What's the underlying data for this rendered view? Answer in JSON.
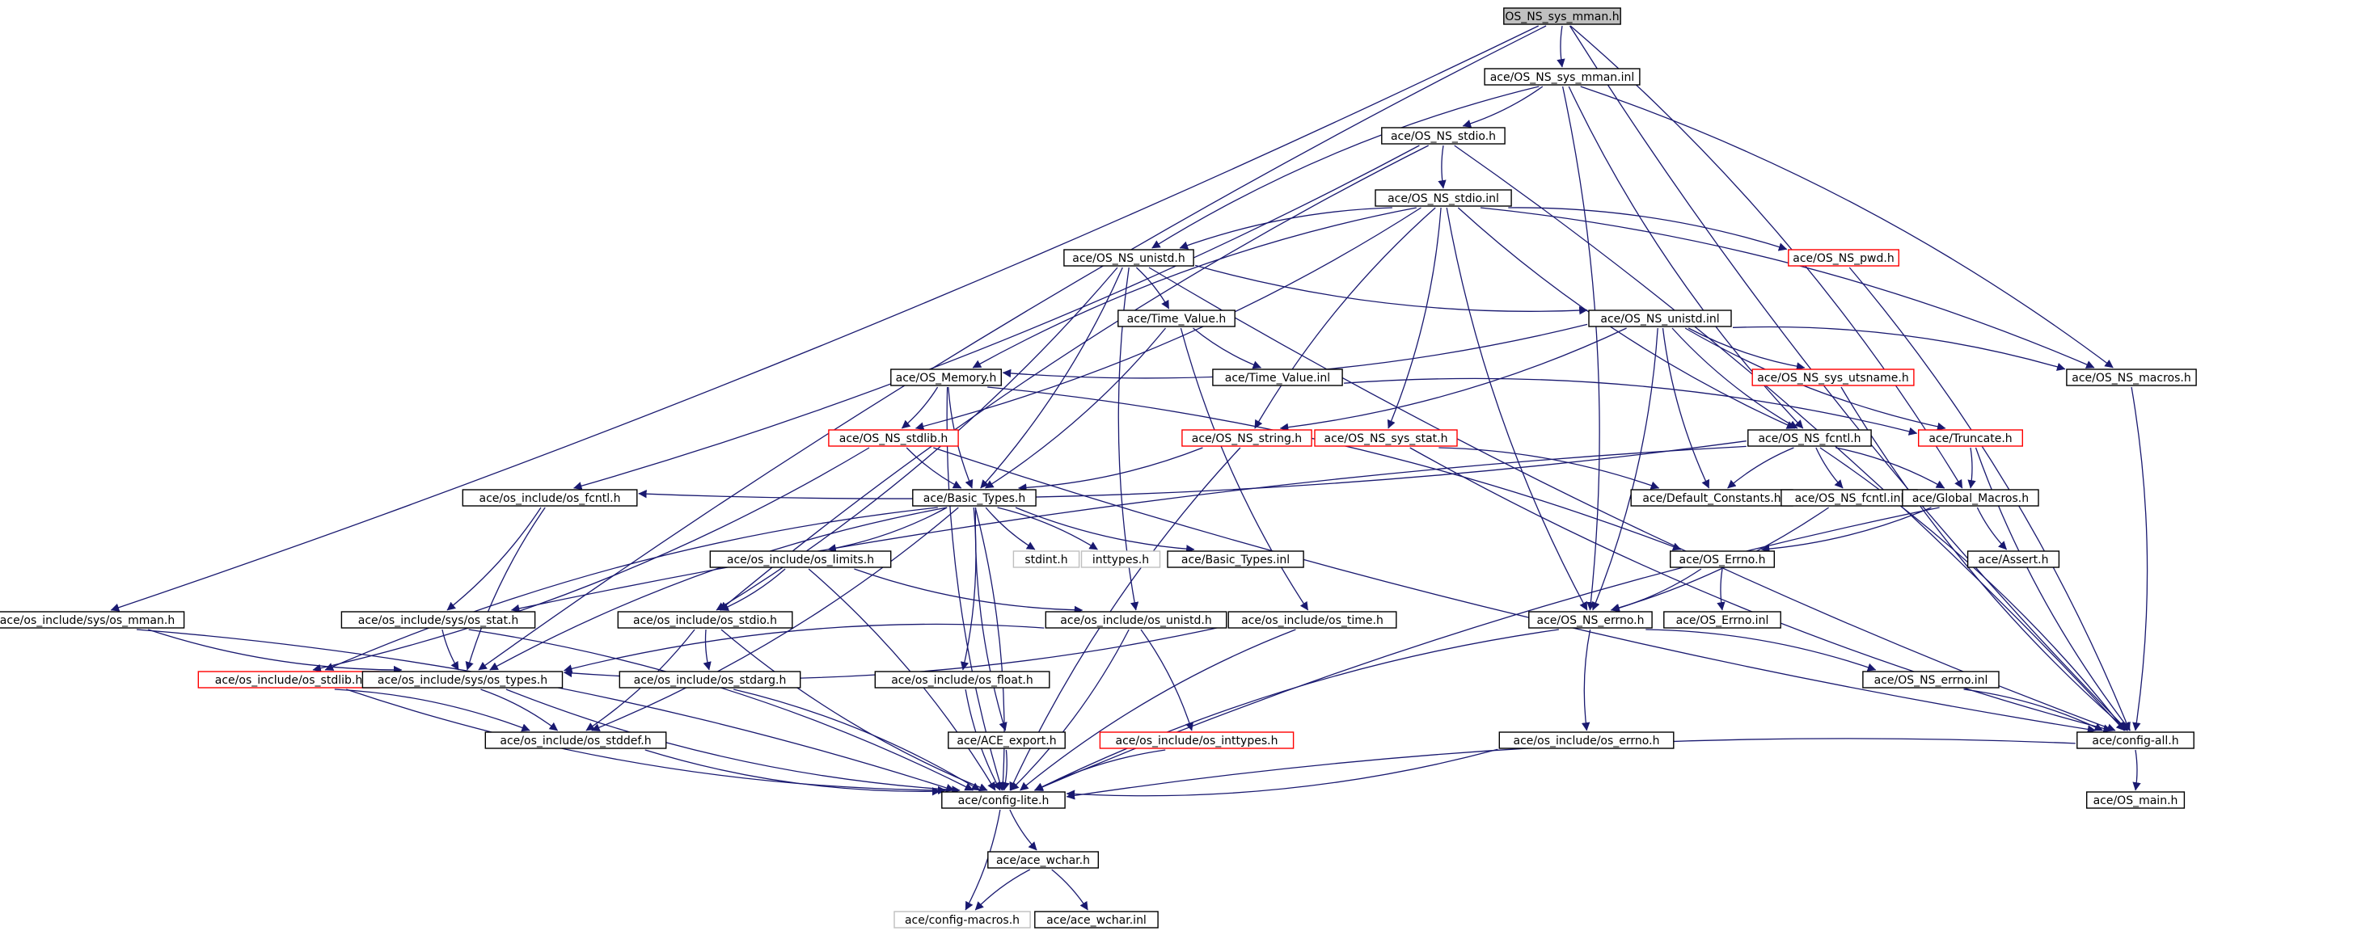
{
  "diagram": {
    "colors": {
      "edge": "#191970",
      "root_fill": "#c0c0c0",
      "root_stroke": "#000000",
      "normal_stroke": "#000000",
      "missing_stroke": "#ff0000",
      "external_stroke": "#bfbfbf",
      "node_fill": "#ffffff"
    },
    "nodes": {
      "root": {
        "label": "OS_NS_sys_mman.h",
        "kind": "root"
      },
      "mman_inl": {
        "label": "ace/OS_NS_sys_mman.inl",
        "kind": "normal"
      },
      "stdio_h": {
        "label": "ace/OS_NS_stdio.h",
        "kind": "normal"
      },
      "stdio_inl": {
        "label": "ace/OS_NS_stdio.inl",
        "kind": "normal"
      },
      "unistd_h": {
        "label": "ace/OS_NS_unistd.h",
        "kind": "normal"
      },
      "pwd_h": {
        "label": "ace/OS_NS_pwd.h",
        "kind": "missing"
      },
      "timeval_h": {
        "label": "ace/Time_Value.h",
        "kind": "normal"
      },
      "unistd_inl": {
        "label": "ace/OS_NS_unistd.inl",
        "kind": "normal"
      },
      "memory_h": {
        "label": "ace/OS_Memory.h",
        "kind": "normal"
      },
      "timeval_inl": {
        "label": "ace/Time_Value.inl",
        "kind": "normal"
      },
      "utsname_h": {
        "label": "ace/OS_NS_sys_utsname.h",
        "kind": "missing"
      },
      "macros_h": {
        "label": "ace/OS_NS_macros.h",
        "kind": "normal"
      },
      "stdlib_h": {
        "label": "ace/OS_NS_stdlib.h",
        "kind": "missing"
      },
      "string_h": {
        "label": "ace/OS_NS_string.h",
        "kind": "missing"
      },
      "sysstat_h": {
        "label": "ace/OS_NS_sys_stat.h",
        "kind": "missing"
      },
      "fcntl_h": {
        "label": "ace/OS_NS_fcntl.h",
        "kind": "normal"
      },
      "truncate_h": {
        "label": "ace/Truncate.h",
        "kind": "missing"
      },
      "osi_fcntl_h": {
        "label": "ace/os_include/os_fcntl.h",
        "kind": "normal"
      },
      "basic_types_h": {
        "label": "ace/Basic_Types.h",
        "kind": "normal"
      },
      "default_const_h": {
        "label": "ace/Default_Constants.h",
        "kind": "normal"
      },
      "fcntl_inl": {
        "label": "ace/OS_NS_fcntl.inl",
        "kind": "normal"
      },
      "global_macros_h": {
        "label": "ace/Global_Macros.h",
        "kind": "normal"
      },
      "osi_limits_h": {
        "label": "ace/os_include/os_limits.h",
        "kind": "normal"
      },
      "stdint_h": {
        "label": "stdint.h",
        "kind": "external"
      },
      "inttypes_h": {
        "label": "inttypes.h",
        "kind": "external"
      },
      "basic_types_inl": {
        "label": "ace/Basic_Types.inl",
        "kind": "normal"
      },
      "os_errno_h": {
        "label": "ace/OS_Errno.h",
        "kind": "normal"
      },
      "assert_h": {
        "label": "ace/Assert.h",
        "kind": "normal"
      },
      "osi_sys_mman_h": {
        "label": "ace/os_include/sys/os_mman.h",
        "kind": "normal"
      },
      "osi_sys_stat_h": {
        "label": "ace/os_include/sys/os_stat.h",
        "kind": "normal"
      },
      "osi_stdio_h": {
        "label": "ace/os_include/os_stdio.h",
        "kind": "normal"
      },
      "osi_unistd_h": {
        "label": "ace/os_include/os_unistd.h",
        "kind": "normal"
      },
      "osi_time_h": {
        "label": "ace/os_include/os_time.h",
        "kind": "normal"
      },
      "ns_errno_h": {
        "label": "ace/OS_NS_errno.h",
        "kind": "normal"
      },
      "os_errno_inl": {
        "label": "ace/OS_Errno.inl",
        "kind": "normal"
      },
      "osi_stdlib_h": {
        "label": "ace/os_include/os_stdlib.h",
        "kind": "missing"
      },
      "osi_sys_types_h": {
        "label": "ace/os_include/sys/os_types.h",
        "kind": "normal"
      },
      "osi_stdarg_h": {
        "label": "ace/os_include/os_stdarg.h",
        "kind": "normal"
      },
      "osi_float_h": {
        "label": "ace/os_include/os_float.h",
        "kind": "normal"
      },
      "ns_errno_inl": {
        "label": "ace/OS_NS_errno.inl",
        "kind": "normal"
      },
      "osi_stddef_h": {
        "label": "ace/os_include/os_stddef.h",
        "kind": "normal"
      },
      "ace_export_h": {
        "label": "ace/ACE_export.h",
        "kind": "normal"
      },
      "osi_inttypes_h": {
        "label": "ace/os_include/os_inttypes.h",
        "kind": "missing"
      },
      "osi_errno_h": {
        "label": "ace/os_include/os_errno.h",
        "kind": "normal"
      },
      "config_all_h": {
        "label": "ace/config-all.h",
        "kind": "normal"
      },
      "config_lite_h": {
        "label": "ace/config-lite.h",
        "kind": "normal"
      },
      "os_main_h": {
        "label": "ace/OS_main.h",
        "kind": "normal"
      },
      "ace_wchar_h": {
        "label": "ace/ace_wchar.h",
        "kind": "normal"
      },
      "config_macros_h": {
        "label": "ace/config-macros.h",
        "kind": "external"
      },
      "ace_wchar_inl": {
        "label": "ace/ace_wchar.inl",
        "kind": "normal"
      }
    },
    "edges": [
      [
        "root",
        "mman_inl"
      ],
      [
        "root",
        "osi_sys_mman_h"
      ],
      [
        "root",
        "osi_sys_types_h"
      ],
      [
        "root",
        "global_macros_h"
      ],
      [
        "root",
        "config_all_h"
      ],
      [
        "mman_inl",
        "stdio_h"
      ],
      [
        "mman_inl",
        "unistd_h"
      ],
      [
        "mman_inl",
        "ns_errno_h"
      ],
      [
        "mman_inl",
        "fcntl_h"
      ],
      [
        "mman_inl",
        "macros_h"
      ],
      [
        "stdio_h",
        "stdio_inl"
      ],
      [
        "stdio_h",
        "osi_fcntl_h"
      ],
      [
        "stdio_h",
        "osi_stdio_h"
      ],
      [
        "stdio_h",
        "config_all_h"
      ],
      [
        "stdio_inl",
        "unistd_h"
      ],
      [
        "stdio_inl",
        "pwd_h"
      ],
      [
        "stdio_inl",
        "memory_h"
      ],
      [
        "stdio_inl",
        "stdlib_h"
      ],
      [
        "stdio_inl",
        "string_h"
      ],
      [
        "stdio_inl",
        "sysstat_h"
      ],
      [
        "stdio_inl",
        "fcntl_h"
      ],
      [
        "stdio_inl",
        "macros_h"
      ],
      [
        "stdio_inl",
        "ns_errno_h"
      ],
      [
        "unistd_h",
        "timeval_h"
      ],
      [
        "unistd_h",
        "unistd_inl"
      ],
      [
        "unistd_h",
        "basic_types_h"
      ],
      [
        "unistd_h",
        "osi_unistd_h"
      ],
      [
        "unistd_h",
        "osi_stdio_h"
      ],
      [
        "unistd_h",
        "config_all_h"
      ],
      [
        "pwd_h",
        "config_all_h"
      ],
      [
        "timeval_h",
        "timeval_inl"
      ],
      [
        "timeval_h",
        "basic_types_h"
      ],
      [
        "timeval_h",
        "osi_time_h"
      ],
      [
        "unistd_inl",
        "memory_h"
      ],
      [
        "unistd_inl",
        "utsname_h"
      ],
      [
        "unistd_inl",
        "macros_h"
      ],
      [
        "unistd_inl",
        "fcntl_h"
      ],
      [
        "unistd_inl",
        "string_h"
      ],
      [
        "unistd_inl",
        "default_const_h"
      ],
      [
        "unistd_inl",
        "ns_errno_h"
      ],
      [
        "unistd_inl",
        "truncate_h"
      ],
      [
        "memory_h",
        "stdlib_h"
      ],
      [
        "memory_h",
        "basic_types_h"
      ],
      [
        "memory_h",
        "os_errno_h"
      ],
      [
        "memory_h",
        "config_lite_h"
      ],
      [
        "timeval_inl",
        "truncate_h"
      ],
      [
        "utsname_h",
        "config_all_h"
      ],
      [
        "macros_h",
        "config_all_h"
      ],
      [
        "stdlib_h",
        "basic_types_h"
      ],
      [
        "stdlib_h",
        "osi_stdlib_h"
      ],
      [
        "stdlib_h",
        "config_all_h"
      ],
      [
        "string_h",
        "basic_types_h"
      ],
      [
        "string_h",
        "config_lite_h"
      ],
      [
        "sysstat_h",
        "default_const_h"
      ],
      [
        "sysstat_h",
        "config_all_h"
      ],
      [
        "fcntl_h",
        "osi_fcntl_h"
      ],
      [
        "fcntl_h",
        "fcntl_inl"
      ],
      [
        "fcntl_h",
        "global_macros_h"
      ],
      [
        "fcntl_h",
        "default_const_h"
      ],
      [
        "fcntl_h",
        "config_all_h"
      ],
      [
        "fcntl_h",
        "osi_sys_stat_h"
      ],
      [
        "truncate_h",
        "global_macros_h"
      ],
      [
        "truncate_h",
        "config_all_h"
      ],
      [
        "osi_fcntl_h",
        "osi_sys_stat_h"
      ],
      [
        "osi_fcntl_h",
        "osi_sys_types_h"
      ],
      [
        "basic_types_h",
        "osi_limits_h"
      ],
      [
        "basic_types_h",
        "stdint_h"
      ],
      [
        "basic_types_h",
        "inttypes_h"
      ],
      [
        "basic_types_h",
        "basic_types_inl"
      ],
      [
        "basic_types_h",
        "osi_float_h"
      ],
      [
        "basic_types_h",
        "ace_export_h"
      ],
      [
        "basic_types_h",
        "config_lite_h"
      ],
      [
        "basic_types_h",
        "osi_stdlib_h"
      ],
      [
        "basic_types_h",
        "osi_stddef_h"
      ],
      [
        "basic_types_h",
        "osi_sys_types_h"
      ],
      [
        "fcntl_inl",
        "ns_errno_h"
      ],
      [
        "global_macros_h",
        "assert_h"
      ],
      [
        "global_macros_h",
        "os_errno_h"
      ],
      [
        "global_macros_h",
        "config_lite_h"
      ],
      [
        "osi_limits_h",
        "osi_stdio_h"
      ],
      [
        "osi_limits_h",
        "osi_unistd_h"
      ],
      [
        "osi_limits_h",
        "config_lite_h"
      ],
      [
        "os_errno_h",
        "os_errno_inl"
      ],
      [
        "os_errno_h",
        "ns_errno_h"
      ],
      [
        "osi_sys_mman_h",
        "osi_sys_types_h"
      ],
      [
        "osi_sys_mman_h",
        "config_lite_h"
      ],
      [
        "osi_sys_stat_h",
        "osi_sys_types_h"
      ],
      [
        "osi_sys_stat_h",
        "config_lite_h"
      ],
      [
        "osi_stdio_h",
        "osi_stdarg_h"
      ],
      [
        "osi_stdio_h",
        "osi_stddef_h"
      ],
      [
        "osi_stdio_h",
        "config_lite_h"
      ],
      [
        "osi_unistd_h",
        "osi_inttypes_h"
      ],
      [
        "osi_unistd_h",
        "osi_sys_types_h"
      ],
      [
        "osi_unistd_h",
        "config_lite_h"
      ],
      [
        "osi_time_h",
        "config_lite_h"
      ],
      [
        "osi_time_h",
        "osi_sys_types_h"
      ],
      [
        "ns_errno_h",
        "osi_errno_h"
      ],
      [
        "ns_errno_h",
        "ns_errno_inl"
      ],
      [
        "ns_errno_h",
        "config_lite_h"
      ],
      [
        "osi_stdlib_h",
        "osi_stddef_h"
      ],
      [
        "osi_stdlib_h",
        "config_lite_h"
      ],
      [
        "osi_sys_types_h",
        "osi_stddef_h"
      ],
      [
        "osi_sys_types_h",
        "config_lite_h"
      ],
      [
        "osi_stdarg_h",
        "config_lite_h"
      ],
      [
        "osi_float_h",
        "config_lite_h"
      ],
      [
        "ns_errno_inl",
        "config_all_h"
      ],
      [
        "osi_stddef_h",
        "config_lite_h"
      ],
      [
        "ace_export_h",
        "config_lite_h"
      ],
      [
        "osi_inttypes_h",
        "config_lite_h"
      ],
      [
        "osi_errno_h",
        "config_lite_h"
      ],
      [
        "config_all_h",
        "config_lite_h"
      ],
      [
        "config_all_h",
        "os_main_h"
      ],
      [
        "config_lite_h",
        "ace_wchar_h"
      ],
      [
        "config_lite_h",
        "config_macros_h"
      ],
      [
        "ace_wchar_h",
        "config_macros_h"
      ],
      [
        "ace_wchar_h",
        "ace_wchar_inl"
      ]
    ]
  }
}
